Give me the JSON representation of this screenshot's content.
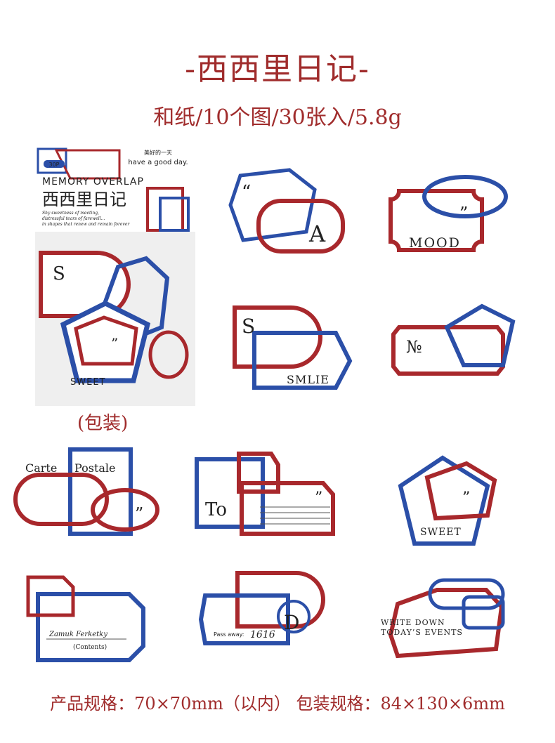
{
  "header": {
    "title": "-西西里日记-",
    "subtitle": "和纸/10个图/30张入/5.8g"
  },
  "package": {
    "caption": "(包装)",
    "badge": "30P",
    "tagline_cn": "美好的一天",
    "tagline_en": "have a good day.",
    "series_en": "MEMORY OVERLAP",
    "series_cn": "西西里日记",
    "script_line1": "Shy sweetness of meeting,",
    "script_line2": "distressful tears of farewell...",
    "script_line3": "in shapes that renew and remain forever"
  },
  "stickers": {
    "s1_mark": "“",
    "s1_letter": "A",
    "s2_mark": "”",
    "s2_word": "MOOD",
    "s3_letter": "S",
    "s3_word": "SMLIE",
    "s4_word": "№",
    "s5_word1": "Carte",
    "s5_word2": "Postale",
    "s5_mark": "”",
    "s6_word": "To",
    "s6_mark": "”",
    "s7_mark": "”",
    "s7_word": "SWEET",
    "s8_sign": "Zamuk Ferketky",
    "s8_contents": "(Contents)",
    "s9_pass": "Pass away:",
    "s9_num": "1616",
    "s9_letter": "D",
    "s10_line1": "WRITE DOWN",
    "s10_line2": "TODAY’S EVENTS",
    "pkg_s_letter": "S",
    "pkg_mark": "”",
    "pkg_word": "SWEET"
  },
  "footer": {
    "spec": "产品规格：70×70mm（以内） 包装规格：84×130×6mm"
  },
  "colors": {
    "red": "#a8282c",
    "blue": "#2b4fa8",
    "title": "#a02c2c"
  }
}
